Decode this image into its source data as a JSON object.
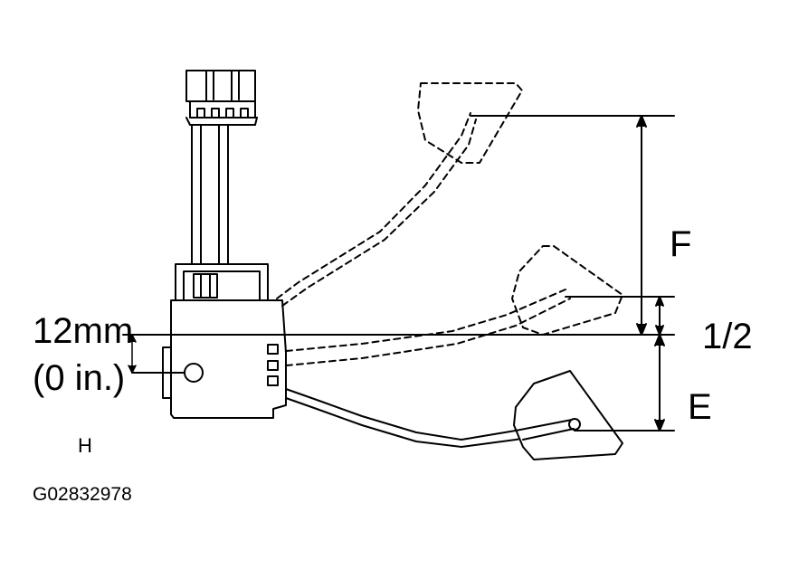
{
  "labels": {
    "measure_mm": "12mm",
    "measure_in": "(0 in.)",
    "dim_f": "F",
    "dim_half": "1/2",
    "dim_e": "E",
    "pos_h": "H",
    "figure_id": "G02832978"
  },
  "colors": {
    "ink": "#000000",
    "background": "#ffffff"
  }
}
